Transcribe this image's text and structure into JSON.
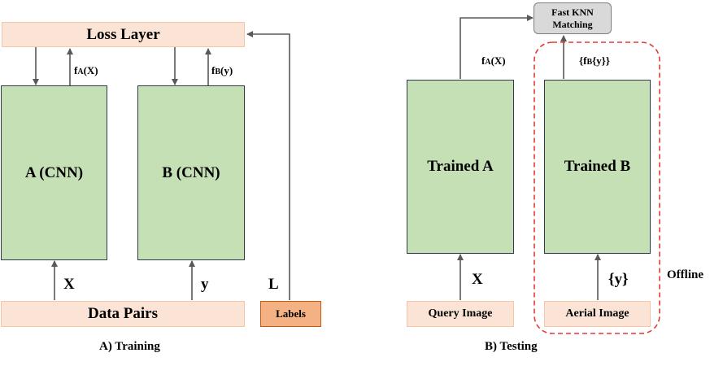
{
  "training": {
    "loss_layer": "Loss Layer",
    "cnn_a": "A (CNN)",
    "cnn_b": "B (CNN)",
    "data_pairs": "Data Pairs",
    "labels": "Labels",
    "fa_main": "f",
    "fa_sub": "A",
    "fa_arg": "(X)",
    "fb_main": "f",
    "fb_sub": "B",
    "fb_arg": "(y)",
    "x_label": "X",
    "y_label": "y",
    "l_label": "L",
    "caption": "A) Training"
  },
  "testing": {
    "knn_line1": "Fast KNN",
    "knn_line2": "Matching",
    "trained_a": "Trained A",
    "trained_b": "Trained B",
    "query_image": "Query Image",
    "aerial_image": "Aerial Image",
    "fa_main": "f",
    "fa_sub": "A",
    "fa_arg": "(X)",
    "fb_open": "{f",
    "fb_sub": "B",
    "fb_arg": "{y}}",
    "x_label": "X",
    "y_label": "{y}",
    "offline_label": "Offline",
    "caption": "B) Testing"
  },
  "colors": {
    "peach": "#fbe4d5",
    "green": "#c5e0b4",
    "labels_orange": "#f4b183",
    "knn_gray": "#d9d9d9",
    "offline_red": "#e53935",
    "arrow": "#595959"
  }
}
